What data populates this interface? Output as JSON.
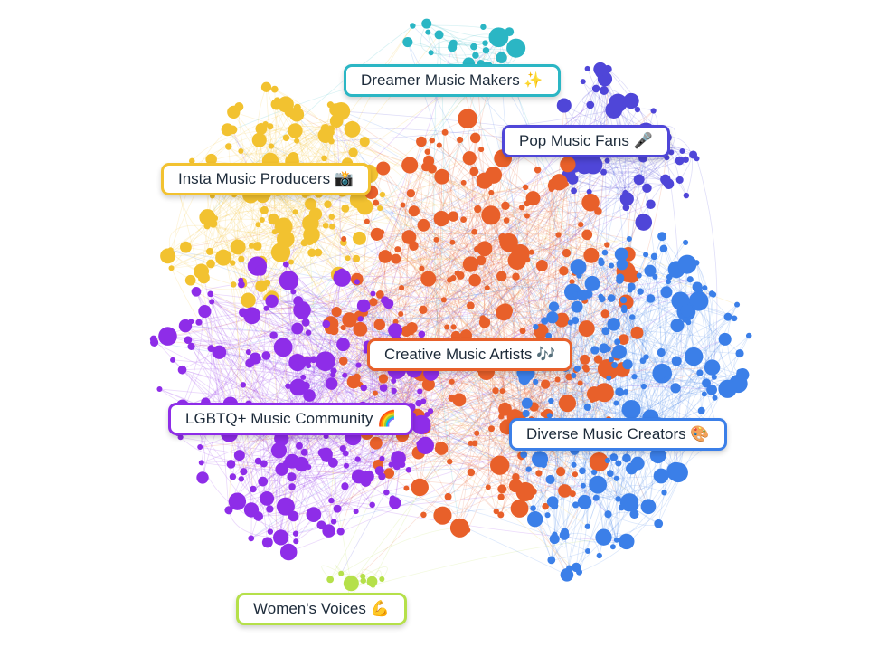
{
  "communities": [
    {
      "id": "insta",
      "label": "Insta Music Producers 📸",
      "color": "#f2c230",
      "node_count": 150
    },
    {
      "id": "dreamer",
      "label": "Dreamer Music Makers ✨",
      "color": "#2bb6c4",
      "node_count": 22
    },
    {
      "id": "pop",
      "label": "Pop Music Fans 🎤",
      "color": "#4f46d8",
      "node_count": 70
    },
    {
      "id": "creative",
      "label": "Creative Music Artists 🎶",
      "color": "#e8602a",
      "node_count": 260
    },
    {
      "id": "lgbtq",
      "label": "LGBTQ+ Music Community 🌈",
      "color": "#8e2de8",
      "node_count": 200
    },
    {
      "id": "diverse",
      "label": "Diverse Music Creators 🎨",
      "color": "#3b7fe8",
      "node_count": 210
    },
    {
      "id": "women",
      "label": "Women's Voices 💪",
      "color": "#b5e04a",
      "node_count": 9
    }
  ]
}
